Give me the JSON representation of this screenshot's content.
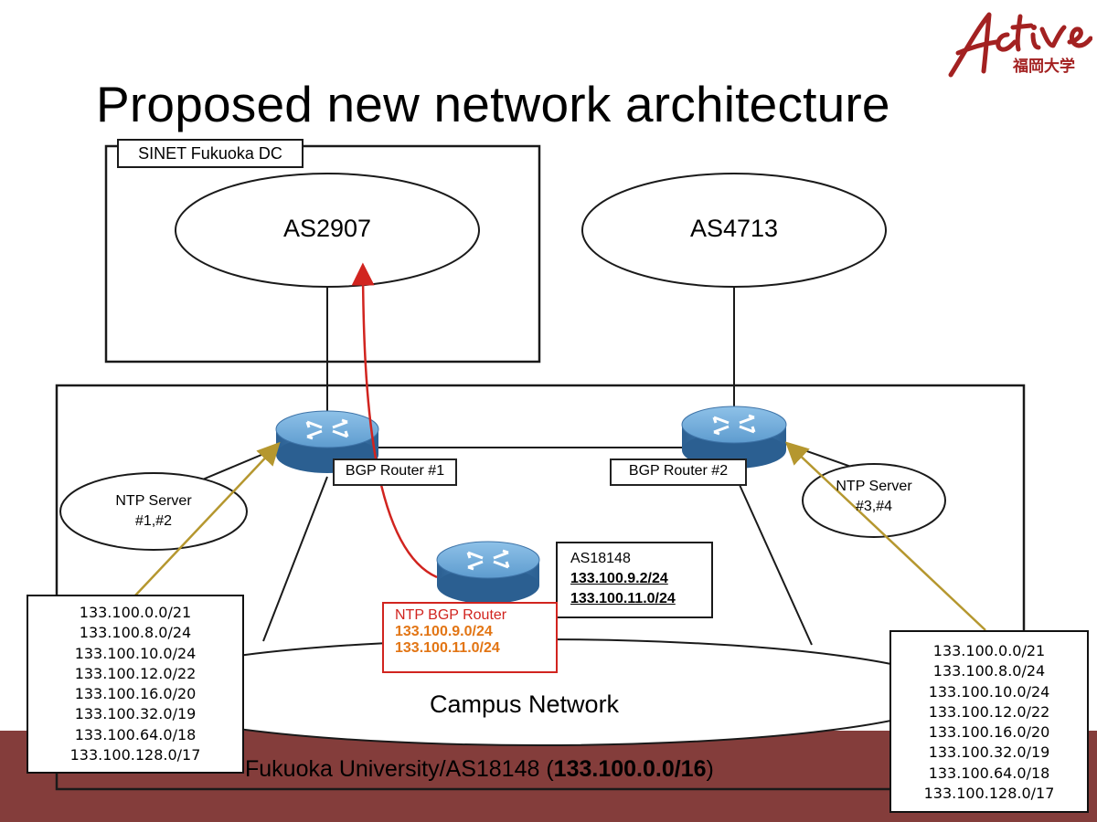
{
  "title": "Proposed new network architecture",
  "logo": {
    "script_text": "Active",
    "kanji": "福岡大学"
  },
  "colors": {
    "bottom_bar": "#843d3b",
    "red_path": "#d1241f",
    "orange_text": "#e27514",
    "arrow": "#b5972f",
    "router_blue": "#4a86bd"
  },
  "sinet": {
    "label": "SINET Fukuoka DC"
  },
  "as2907": {
    "label": "AS2907"
  },
  "as4713": {
    "label": "AS4713"
  },
  "bgp_router_1": {
    "label": "BGP Router #1"
  },
  "bgp_router_2": {
    "label": "BGP Router #2"
  },
  "ntp_server_left": {
    "line1": "NTP Server",
    "line2": "#1,#2"
  },
  "ntp_server_right": {
    "line1": "NTP Server",
    "line2": "#3,#4"
  },
  "as18148_info": {
    "asn": "AS18148",
    "ip": "133.100.9.2/24",
    "prefix": "133.100.11.0/24"
  },
  "ntp_bgp_router": {
    "label": "NTP BGP Router",
    "prefix1": "133.100.9.0/24",
    "prefix2": "133.100.11.0/24"
  },
  "campus": {
    "label": "Campus Network"
  },
  "university": {
    "label_prefix": "Fukuoka University/AS18148 (",
    "label_bold": "133.100.0.0/16",
    "label_suffix": ")"
  },
  "prefixes_left": [
    "133.100.0.0/21",
    "133.100.8.0/24",
    "133.100.10.0/24",
    "133.100.12.0/22",
    "133.100.16.0/20",
    "133.100.32.0/19",
    "133.100.64.0/18",
    "133.100.128.0/17"
  ],
  "prefixes_right": [
    "133.100.0.0/21",
    "133.100.8.0/24",
    "133.100.10.0/24",
    "133.100.12.0/22",
    "133.100.16.0/20",
    "133.100.32.0/19",
    "133.100.64.0/18",
    "133.100.128.0/17"
  ]
}
